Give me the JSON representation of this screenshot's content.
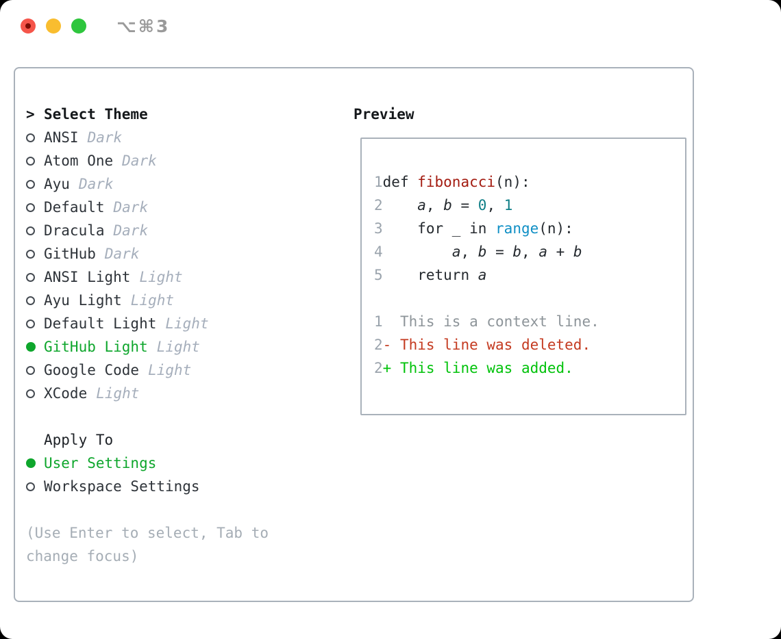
{
  "window": {
    "title": "⌥⌘3",
    "traffic_lights": [
      {
        "name": "close",
        "color": "#f5554a"
      },
      {
        "name": "minimize",
        "color": "#f9bd2f"
      },
      {
        "name": "zoom",
        "color": "#2ec63d"
      }
    ]
  },
  "theme_picker": {
    "header_prefix": ">",
    "header": "Select Theme",
    "items": [
      {
        "name": "ANSI",
        "tag": "Dark",
        "selected": false
      },
      {
        "name": "Atom One",
        "tag": "Dark",
        "selected": false
      },
      {
        "name": "Ayu",
        "tag": "Dark",
        "selected": false
      },
      {
        "name": "Default",
        "tag": "Dark",
        "selected": false
      },
      {
        "name": "Dracula",
        "tag": "Dark",
        "selected": false
      },
      {
        "name": "GitHub",
        "tag": "Dark",
        "selected": false
      },
      {
        "name": "ANSI Light",
        "tag": "Light",
        "selected": false
      },
      {
        "name": "Ayu Light",
        "tag": "Light",
        "selected": false
      },
      {
        "name": "Default Light",
        "tag": "Light",
        "selected": false
      },
      {
        "name": "GitHub Light",
        "tag": "Light",
        "selected": true
      },
      {
        "name": "Google Code",
        "tag": "Light",
        "selected": false
      },
      {
        "name": "XCode",
        "tag": "Light",
        "selected": false
      }
    ]
  },
  "apply_to": {
    "header": "Apply To",
    "options": [
      {
        "name": "User Settings",
        "selected": true
      },
      {
        "name": "Workspace Settings",
        "selected": false
      }
    ]
  },
  "hint": {
    "line1": "(Use Enter to select, Tab to",
    "line2": "change focus)"
  },
  "preview": {
    "header": "Preview",
    "box_lines": [
      {
        "kind": "code",
        "num": "1",
        "tokens": [
          {
            "t": "def ",
            "c": "code"
          },
          {
            "t": "fibonacci",
            "c": "func"
          },
          {
            "t": "(n):",
            "c": "code"
          }
        ]
      },
      {
        "kind": "code",
        "num": "2",
        "tokens": [
          {
            "t": "    ",
            "c": "code"
          },
          {
            "t": "a",
            "c": "var"
          },
          {
            "t": ", ",
            "c": "code"
          },
          {
            "t": "b",
            "c": "var"
          },
          {
            "t": " = ",
            "c": "code"
          },
          {
            "t": "0",
            "c": "num"
          },
          {
            "t": ", ",
            "c": "code"
          },
          {
            "t": "1",
            "c": "num"
          }
        ]
      },
      {
        "kind": "code",
        "num": "3",
        "tokens": [
          {
            "t": "    for _ in ",
            "c": "code"
          },
          {
            "t": "range",
            "c": "call"
          },
          {
            "t": "(n):",
            "c": "code"
          }
        ]
      },
      {
        "kind": "code",
        "num": "4",
        "tokens": [
          {
            "t": "        ",
            "c": "code"
          },
          {
            "t": "a",
            "c": "var"
          },
          {
            "t": ", ",
            "c": "code"
          },
          {
            "t": "b",
            "c": "var"
          },
          {
            "t": " = ",
            "c": "code"
          },
          {
            "t": "b",
            "c": "var"
          },
          {
            "t": ", ",
            "c": "code"
          },
          {
            "t": "a",
            "c": "var"
          },
          {
            "t": " + ",
            "c": "code"
          },
          {
            "t": "b",
            "c": "var"
          }
        ]
      },
      {
        "kind": "code",
        "num": "5",
        "tokens": [
          {
            "t": "    return ",
            "c": "code"
          },
          {
            "t": "a",
            "c": "var"
          }
        ]
      },
      {
        "kind": "blank"
      },
      {
        "kind": "diff",
        "num": "1",
        "marker": "",
        "text": "This is a context line.",
        "state": "context"
      },
      {
        "kind": "diff",
        "num": "2",
        "marker": "-",
        "text": "This line was deleted.",
        "state": "deleted"
      },
      {
        "kind": "diff",
        "num": "2",
        "marker": "+",
        "text": "This line was added.",
        "state": "added"
      }
    ]
  },
  "colors": {
    "selected_green": "#0ea62c",
    "added_green": "#00c20a",
    "deleted_red": "#c43a20",
    "function_red": "#a31b10",
    "number_teal": "#0e7e86",
    "call_blue": "#0f8fc5",
    "panel_border": "#a9b1ba",
    "muted_gray": "#a5aebb"
  }
}
